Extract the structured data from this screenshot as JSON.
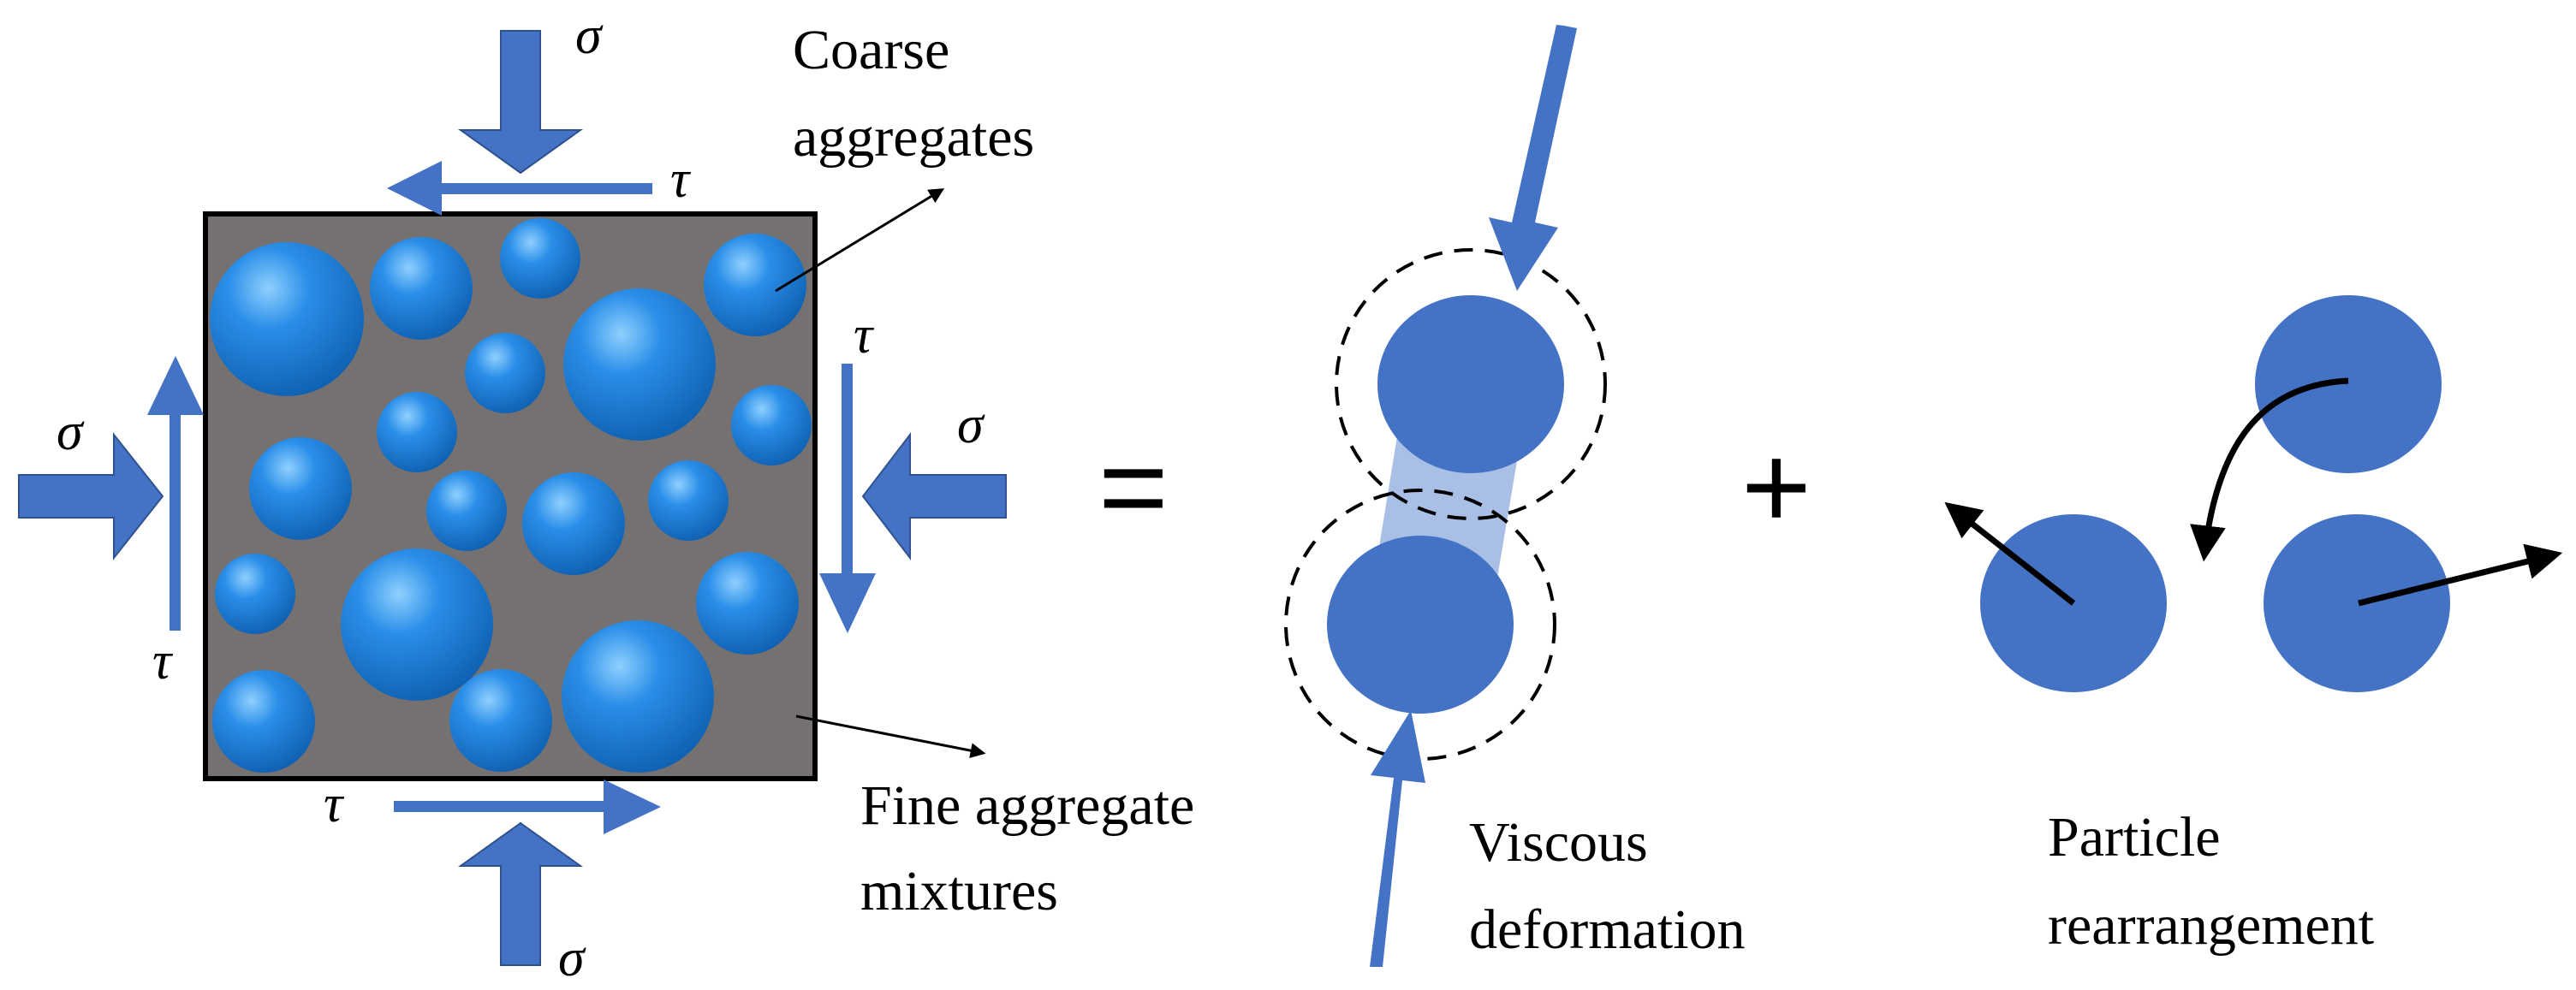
{
  "symbols": {
    "sigma": "σ",
    "tau": "τ"
  },
  "labels": {
    "coarse_line1": "Coarse",
    "coarse_line2": "aggregates",
    "fine_line1": "Fine aggregate",
    "fine_line2": "mixtures",
    "viscous_line1": "Viscous",
    "viscous_line2": "deformation",
    "particle_line1": "Particle",
    "particle_line2": "rearrangement"
  },
  "operators": {
    "equals": "=",
    "plus": "+"
  },
  "colors": {
    "arrow_blue": "#4472C4",
    "particle_blue": "#4472C4",
    "aggregate_blue": "#1C7FD8",
    "matrix_gray": "#767171",
    "outline_black": "#000000",
    "bond_light_blue": "#A9BFE6"
  }
}
